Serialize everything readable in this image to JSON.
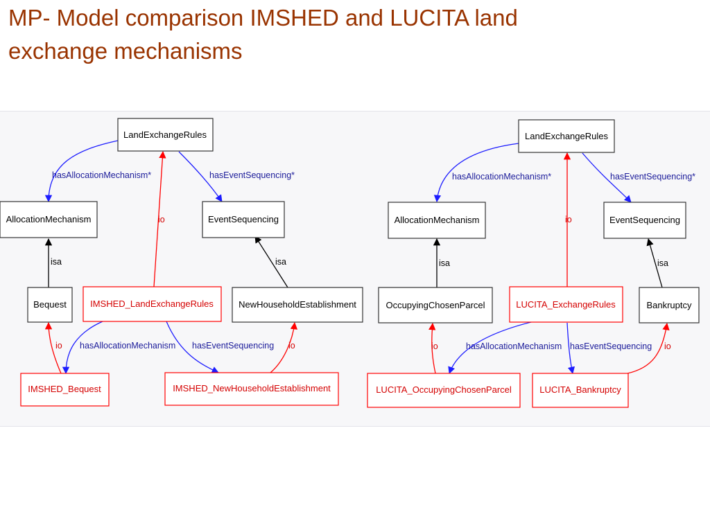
{
  "title": {
    "line1": "MP- Model comparison IMSHED and LUCITA land",
    "line2": "exchange mechanisms"
  },
  "colors": {
    "title": "#993300",
    "class_border": "#333333",
    "instance_border": "#ff0000",
    "property_edge": "#1c1cff",
    "instance_of_edge": "#ff0000",
    "isa_edge": "#000000",
    "panel_background": "#f7f7f9"
  },
  "legend_semantics": {
    "class_node_style": "black border",
    "instance_node_style": "red border"
  },
  "imshed": {
    "root": "LandExchangeRules",
    "alloc": "AllocationMechanism",
    "event": "EventSequencing",
    "bequest": "Bequest",
    "rules_instance": "IMSHED_LandExchangeRules",
    "newhouse": "NewHouseholdEstablishment",
    "bequest_instance": "IMSHED_Bequest",
    "newhouse_instance": "IMSHED_NewHouseholdEstablishment",
    "edge_has_alloc_star": "hasAllocationMechanism*",
    "edge_has_event_star": "hasEventSequencing*",
    "edge_has_alloc": "hasAllocationMechanism",
    "edge_has_event": "hasEventSequencing",
    "edge_isa_alloc": "isa",
    "edge_isa_event": "isa",
    "edge_io_rules": "io",
    "edge_io_bequest": "io",
    "edge_io_newhouse": "io"
  },
  "lucita": {
    "root": "LandExchangeRules",
    "alloc": "AllocationMechanism",
    "event": "EventSequencing",
    "occupying": "OccupyingChosenParcel",
    "rules_instance": "LUCITA_ExchangeRules",
    "bankruptcy": "Bankruptcy",
    "occupying_instance": "LUCITA_OccupyingChosenParcel",
    "bankruptcy_instance": "LUCITA_Bankruptcy",
    "edge_has_alloc_star": "hasAllocationMechanism*",
    "edge_has_event_star": "hasEventSequencing*",
    "edge_has_alloc": "hasAllocationMechanism",
    "edge_has_event": "hasEventSequencing",
    "edge_isa_alloc": "isa",
    "edge_isa_event": "isa",
    "edge_io_rules": "io",
    "edge_io_occupying": "io",
    "edge_io_bankruptcy": "io"
  }
}
